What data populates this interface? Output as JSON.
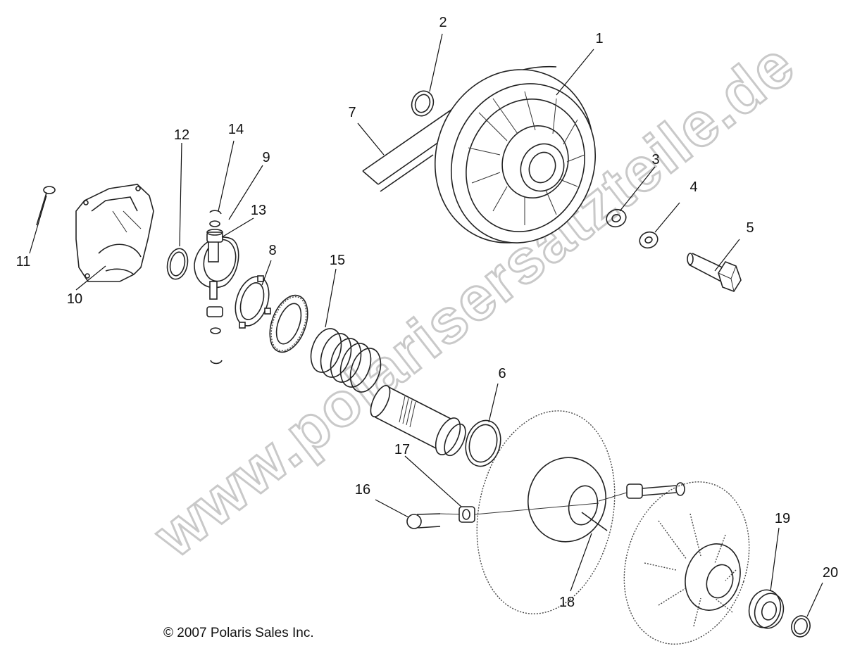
{
  "watermark": "www.polarisersatzteile.de",
  "copyright": "© 2007 Polaris Sales Inc.",
  "callouts": [
    {
      "id": "1",
      "text": "1"
    },
    {
      "id": "2",
      "text": "2"
    },
    {
      "id": "3",
      "text": "3"
    },
    {
      "id": "4",
      "text": "4"
    },
    {
      "id": "5",
      "text": "5"
    },
    {
      "id": "6",
      "text": "6"
    },
    {
      "id": "7",
      "text": "7"
    },
    {
      "id": "8",
      "text": "8"
    },
    {
      "id": "9",
      "text": "9"
    },
    {
      "id": "10",
      "text": "10"
    },
    {
      "id": "11",
      "text": "11"
    },
    {
      "id": "12",
      "text": "12"
    },
    {
      "id": "13",
      "text": "13"
    },
    {
      "id": "14",
      "text": "14"
    },
    {
      "id": "15",
      "text": "15"
    },
    {
      "id": "16",
      "text": "16"
    },
    {
      "id": "17",
      "text": "17"
    },
    {
      "id": "18",
      "text": "18"
    },
    {
      "id": "19",
      "text": "19"
    },
    {
      "id": "20",
      "text": "20"
    }
  ]
}
